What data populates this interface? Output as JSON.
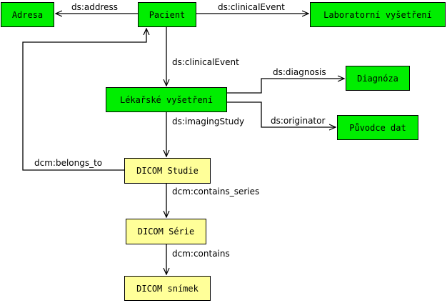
{
  "nodes": {
    "adresa": "Adresa",
    "pacient": "Pacient",
    "laboratorni_vysetreni": "Laboratorní vyšetření",
    "lekarske_vysetreni": "Lékařské vyšetření",
    "diagnoza": "Diagnóza",
    "puvodce_dat": "Původce dat",
    "dicom_studie": "DICOM Studie",
    "dicom_serie": "DICOM Série",
    "dicom_snimek": "DICOM snímek"
  },
  "edges": {
    "address": "ds:address",
    "clinical_event_top": "ds:clinicalEvent",
    "clinical_event_down": "ds:clinicalEvent",
    "diagnosis": "ds:diagnosis",
    "originator": "ds:originator",
    "imaging_study": "ds:imagingStudy",
    "belongs_to": "dcm:belongs_to",
    "contains_series": "dcm:contains_series",
    "contains": "dcm:contains"
  },
  "colors": {
    "domain_node": "#00ee00",
    "dicom_node": "#ffff99",
    "stroke": "#000000"
  }
}
